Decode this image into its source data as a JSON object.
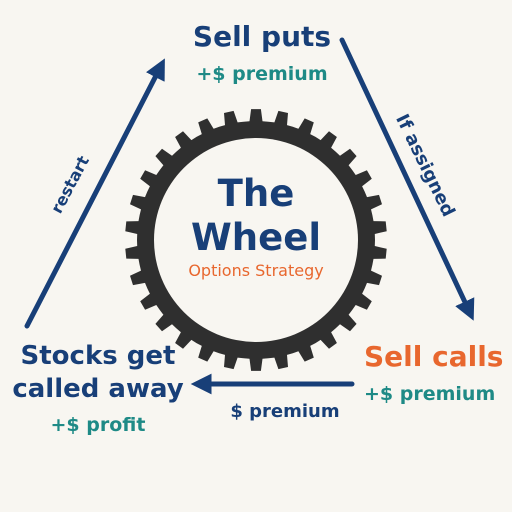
{
  "diagram": {
    "center_title_line1": "The",
    "center_title_line2": "Wheel",
    "center_subtitle": "Options Strategy",
    "node_top": {
      "title": "Sell puts",
      "sub": "+$ premium"
    },
    "node_right": {
      "title": "Sell calls",
      "sub": "+$ premium"
    },
    "node_left": {
      "title_line1": "Stocks get",
      "title_line2": "called away",
      "sub": "+$ profit"
    },
    "edge_right_label": "If assigned",
    "edge_bottom_label": "$ premium",
    "edge_left_label": "restart"
  },
  "colors": {
    "navy": "#183f78",
    "orange": "#e8672e",
    "teal": "#1e8a86",
    "gear": "#2f2f2f",
    "background": "#f8f6f1"
  },
  "icons": [
    "gear-icon"
  ]
}
